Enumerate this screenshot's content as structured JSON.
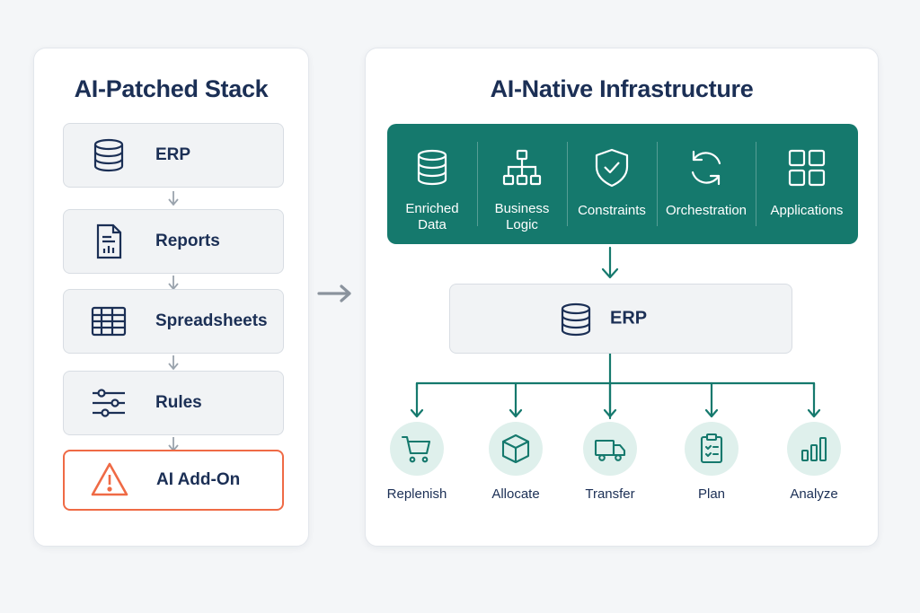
{
  "left_panel": {
    "title": "AI-Patched Stack",
    "items": [
      {
        "label": "ERP",
        "icon": "database-icon"
      },
      {
        "label": "Reports",
        "icon": "report-chart-icon"
      },
      {
        "label": "Spreadsheets",
        "icon": "spreadsheet-grid-icon"
      },
      {
        "label": "Rules",
        "icon": "sliders-icon"
      },
      {
        "label": "AI Add-On",
        "icon": "warning-triangle-icon"
      }
    ]
  },
  "right_panel": {
    "title": "AI-Native Infrastructure",
    "modules": [
      {
        "label_line1": "Enriched",
        "label_line2": "Data",
        "icon": "database-icon"
      },
      {
        "label_line1": "Business",
        "label_line2": "Logic",
        "icon": "hierarchy-icon"
      },
      {
        "label_line1": "Constraints",
        "label_line2": "",
        "icon": "shield-check-icon"
      },
      {
        "label_line1": "Orchestration",
        "label_line2": "",
        "icon": "refresh-cycle-icon"
      },
      {
        "label_line1": "Applications",
        "label_line2": "",
        "icon": "app-grid-icon"
      }
    ],
    "erp": {
      "label": "ERP",
      "icon": "database-icon"
    },
    "actions": [
      {
        "label": "Replenish",
        "icon": "cart-icon"
      },
      {
        "label": "Allocate",
        "icon": "box-icon"
      },
      {
        "label": "Transfer",
        "icon": "truck-icon"
      },
      {
        "label": "Plan",
        "icon": "clipboard-icon"
      },
      {
        "label": "Analyze",
        "icon": "bar-chart-icon"
      }
    ]
  },
  "colors": {
    "navy": "#1b2f55",
    "teal": "#15796d",
    "teal_light": "#dff0ec",
    "warning": "#ef6a45",
    "box_bg": "#f1f3f5"
  }
}
